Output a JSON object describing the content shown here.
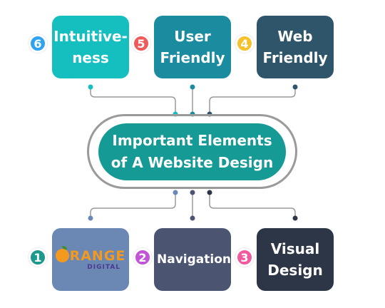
{
  "center": {
    "line1": "Important Elements",
    "line2": "of A Website Design"
  },
  "boxes": {
    "intuitiveness": {
      "line1": "Intuitive-",
      "line2": "ness",
      "number": "6"
    },
    "user_friendly": {
      "line1": "User",
      "line2": "Friendly",
      "number": "5"
    },
    "web_friendly": {
      "line1": "Web",
      "line2": "Friendly",
      "number": "4"
    },
    "logo": {
      "number": "1",
      "brand": "RANGE",
      "sub": "DIGITAL"
    },
    "navigation": {
      "label": "Navigation",
      "number": "2"
    },
    "visual_design": {
      "line1": "Visual",
      "line2": "Design",
      "number": "3"
    }
  },
  "colors": {
    "intuitiveness": "#16bfbf",
    "user_friendly": "#1b8c9f",
    "web_friendly": "#2f556b",
    "logo_box": "#6b88b5",
    "navigation": "#4b5572",
    "visual_design": "#2d3646",
    "center": "#159a95",
    "badge_6": "#2ea3f2",
    "badge_5": "#ef5a5a",
    "badge_4": "#f6c12d",
    "badge_1": "#1a9a8c",
    "badge_2": "#c255d6",
    "badge_3": "#f15a9e"
  }
}
